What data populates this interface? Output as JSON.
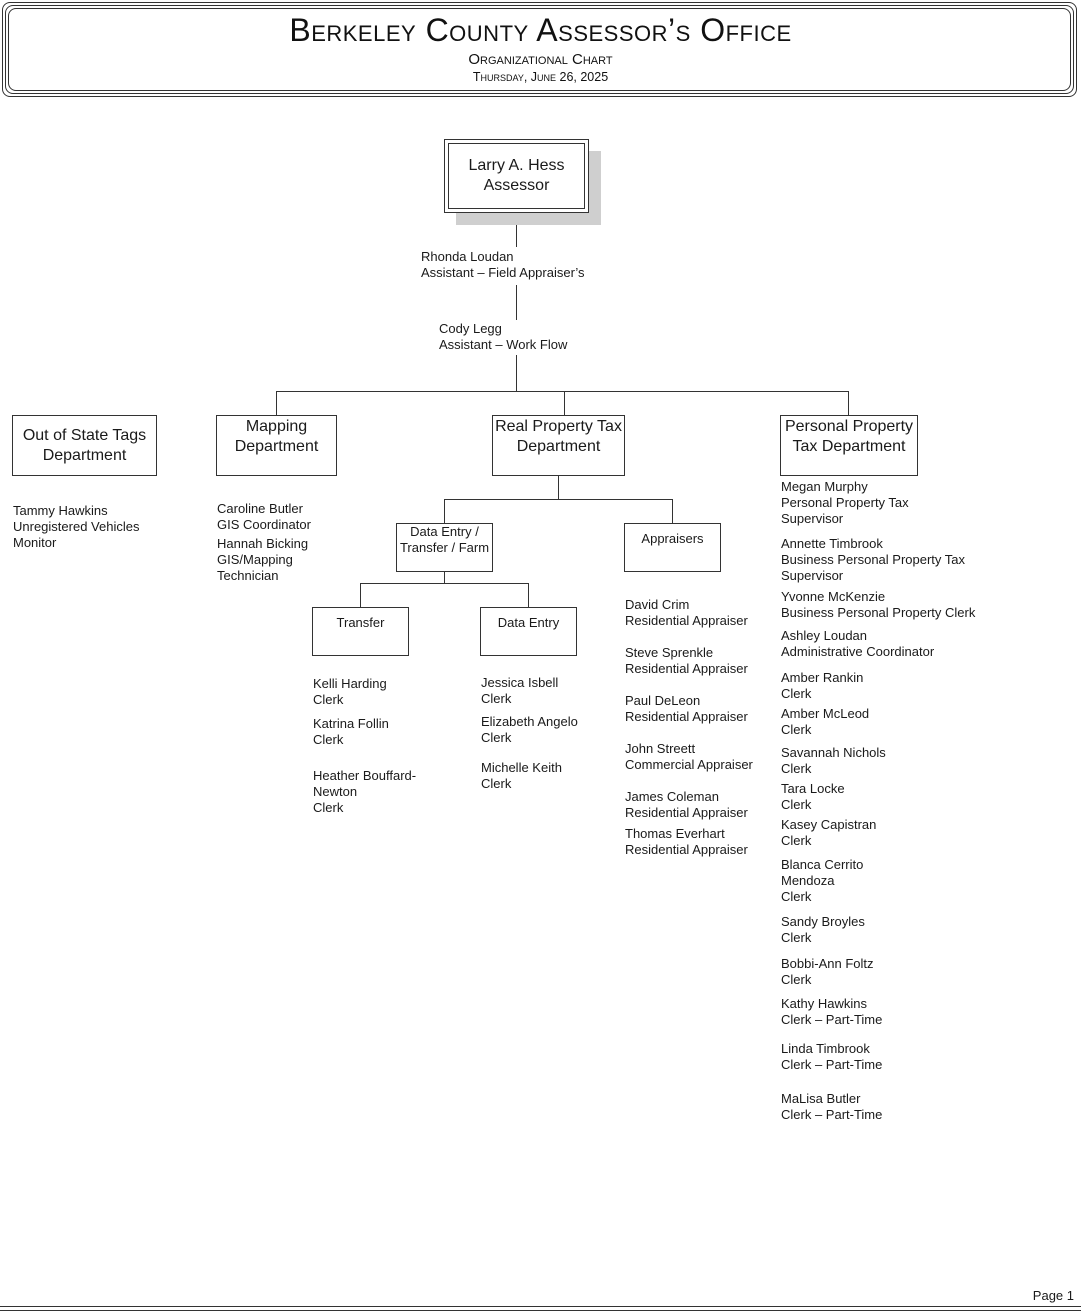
{
  "header": {
    "title": "Berkeley County Assessor’s Office",
    "subtitle": "Organizational Chart",
    "date": "Thursday, June 26, 2025"
  },
  "top": {
    "name": "Larry A. Hess",
    "role": "Assessor"
  },
  "assistants": [
    {
      "name": "Rhonda Loudan",
      "role": "Assistant – Field Appraiser’s"
    },
    {
      "name": "Cody Legg",
      "role": "Assistant – Work Flow"
    }
  ],
  "departments": {
    "out_of_state": "Out of State Tags Department",
    "mapping": "Mapping Department",
    "real_property": "Real Property Tax Department",
    "personal_property": "Personal Property Tax Department"
  },
  "subunits": {
    "data_entry_transfer_farm": "Data Entry / Transfer / Farm",
    "appraisers": "Appraisers",
    "transfer": "Transfer",
    "data_entry": "Data Entry"
  },
  "out_of_state_staff": [
    {
      "name": "Tammy Hawkins",
      "role": "Unregistered Vehicles Monitor"
    }
  ],
  "mapping_staff": [
    {
      "name": "Caroline Butler",
      "role": "GIS Coordinator"
    },
    {
      "name": "Hannah Bicking",
      "role": "GIS/Mapping Technician"
    }
  ],
  "transfer_staff": [
    {
      "name": "Kelli Harding",
      "role": "Clerk"
    },
    {
      "name": "Katrina Follin",
      "role": "Clerk"
    },
    {
      "name": "Heather Bouffard-Newton",
      "role": "Clerk"
    }
  ],
  "data_entry_staff": [
    {
      "name": "Jessica Isbell",
      "role": "Clerk"
    },
    {
      "name": "Elizabeth Angelo",
      "role": "Clerk"
    },
    {
      "name": "Michelle Keith",
      "role": "Clerk"
    }
  ],
  "appraisers_staff": [
    {
      "name": "David Crim",
      "role": "Residential Appraiser"
    },
    {
      "name": "Steve Sprenkle",
      "role": "Residential Appraiser"
    },
    {
      "name": "Paul DeLeon",
      "role": "Residential Appraiser"
    },
    {
      "name": "John Streett",
      "role": "Commercial Appraiser"
    },
    {
      "name": "James Coleman",
      "role": "Residential Appraiser"
    },
    {
      "name": "Thomas Everhart",
      "role": "Residential Appraiser"
    }
  ],
  "personal_property_staff": [
    {
      "name": "Megan Murphy",
      "role": "Personal Property Tax Supervisor"
    },
    {
      "name": "Annette Timbrook",
      "role": "Business Personal Property Tax Supervisor"
    },
    {
      "name": "Yvonne McKenzie",
      "role": "Business Personal Property Clerk"
    },
    {
      "name": "Ashley Loudan",
      "role": "Administrative Coordinator"
    },
    {
      "name": "Amber Rankin",
      "role": "Clerk"
    },
    {
      "name": "Amber McLeod",
      "role": "Clerk"
    },
    {
      "name": "Savannah Nichols",
      "role": "Clerk"
    },
    {
      "name": "Tara Locke",
      "role": "Clerk"
    },
    {
      "name": "Kasey Capistran",
      "role": "Clerk"
    },
    {
      "name": "Blanca Cerrito Mendoza",
      "role": "Clerk"
    },
    {
      "name": "Sandy Broyles",
      "role": "Clerk"
    },
    {
      "name": "Bobbi-Ann Foltz",
      "role": "Clerk"
    },
    {
      "name": "Kathy Hawkins",
      "role": "Clerk – Part-Time"
    },
    {
      "name": "Linda Timbrook",
      "role": "Clerk – Part-Time"
    },
    {
      "name": "MaLisa Butler",
      "role": "Clerk – Part-Time"
    }
  ],
  "footer": {
    "page": "Page 1"
  }
}
